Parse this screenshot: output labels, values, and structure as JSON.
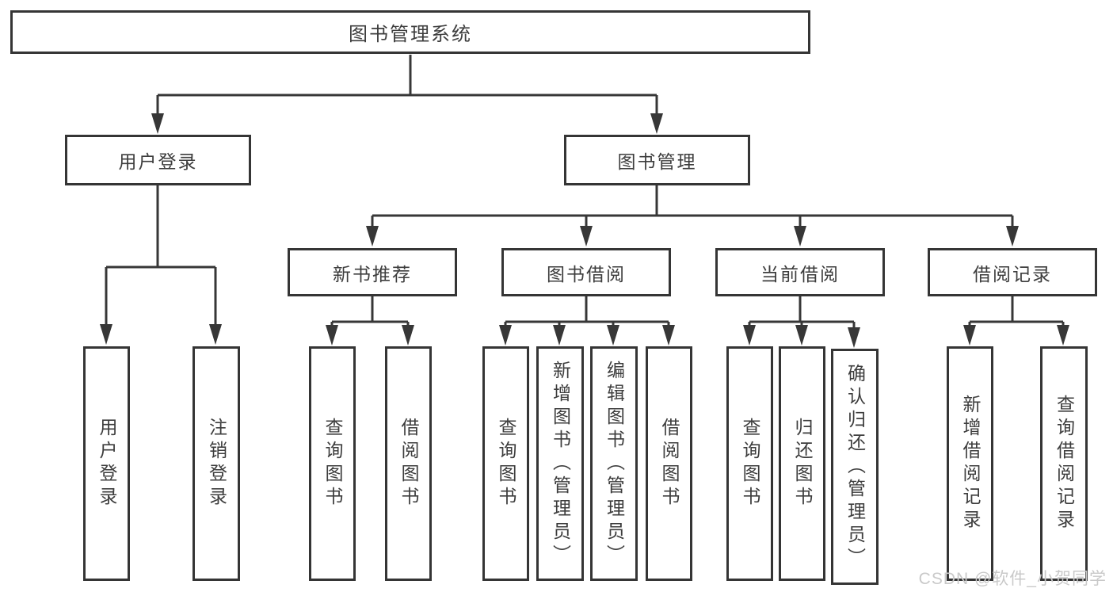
{
  "colors": {
    "background": "#ffffff",
    "box_border": "#353535",
    "connector_line": "#373737",
    "text": "#3d3d3d",
    "watermark_text": "#c9c9c9"
  },
  "tree": {
    "label": "图书管理系统",
    "children": [
      {
        "label": "用户登录",
        "children": [
          {
            "label": "用户登录"
          },
          {
            "label": "注销登录"
          }
        ]
      },
      {
        "label": "图书管理",
        "children": [
          {
            "label": "新书推荐",
            "children": [
              {
                "label": "查询图书"
              },
              {
                "label": "借阅图书"
              }
            ]
          },
          {
            "label": "图书借阅",
            "children": [
              {
                "label": "查询图书"
              },
              {
                "label": "新增图书（管理员）"
              },
              {
                "label": "编辑图书（管理员）"
              },
              {
                "label": "借阅图书"
              }
            ]
          },
          {
            "label": "当前借阅",
            "children": [
              {
                "label": "查询图书"
              },
              {
                "label": "归还图书"
              },
              {
                "label": "确认归还（管理员）"
              }
            ]
          },
          {
            "label": "借阅记录",
            "children": [
              {
                "label": "新增借阅记录"
              },
              {
                "label": "查询借阅记录"
              }
            ]
          }
        ]
      }
    ]
  },
  "watermark": {
    "text": "CSDN @软件_小贺同学"
  }
}
